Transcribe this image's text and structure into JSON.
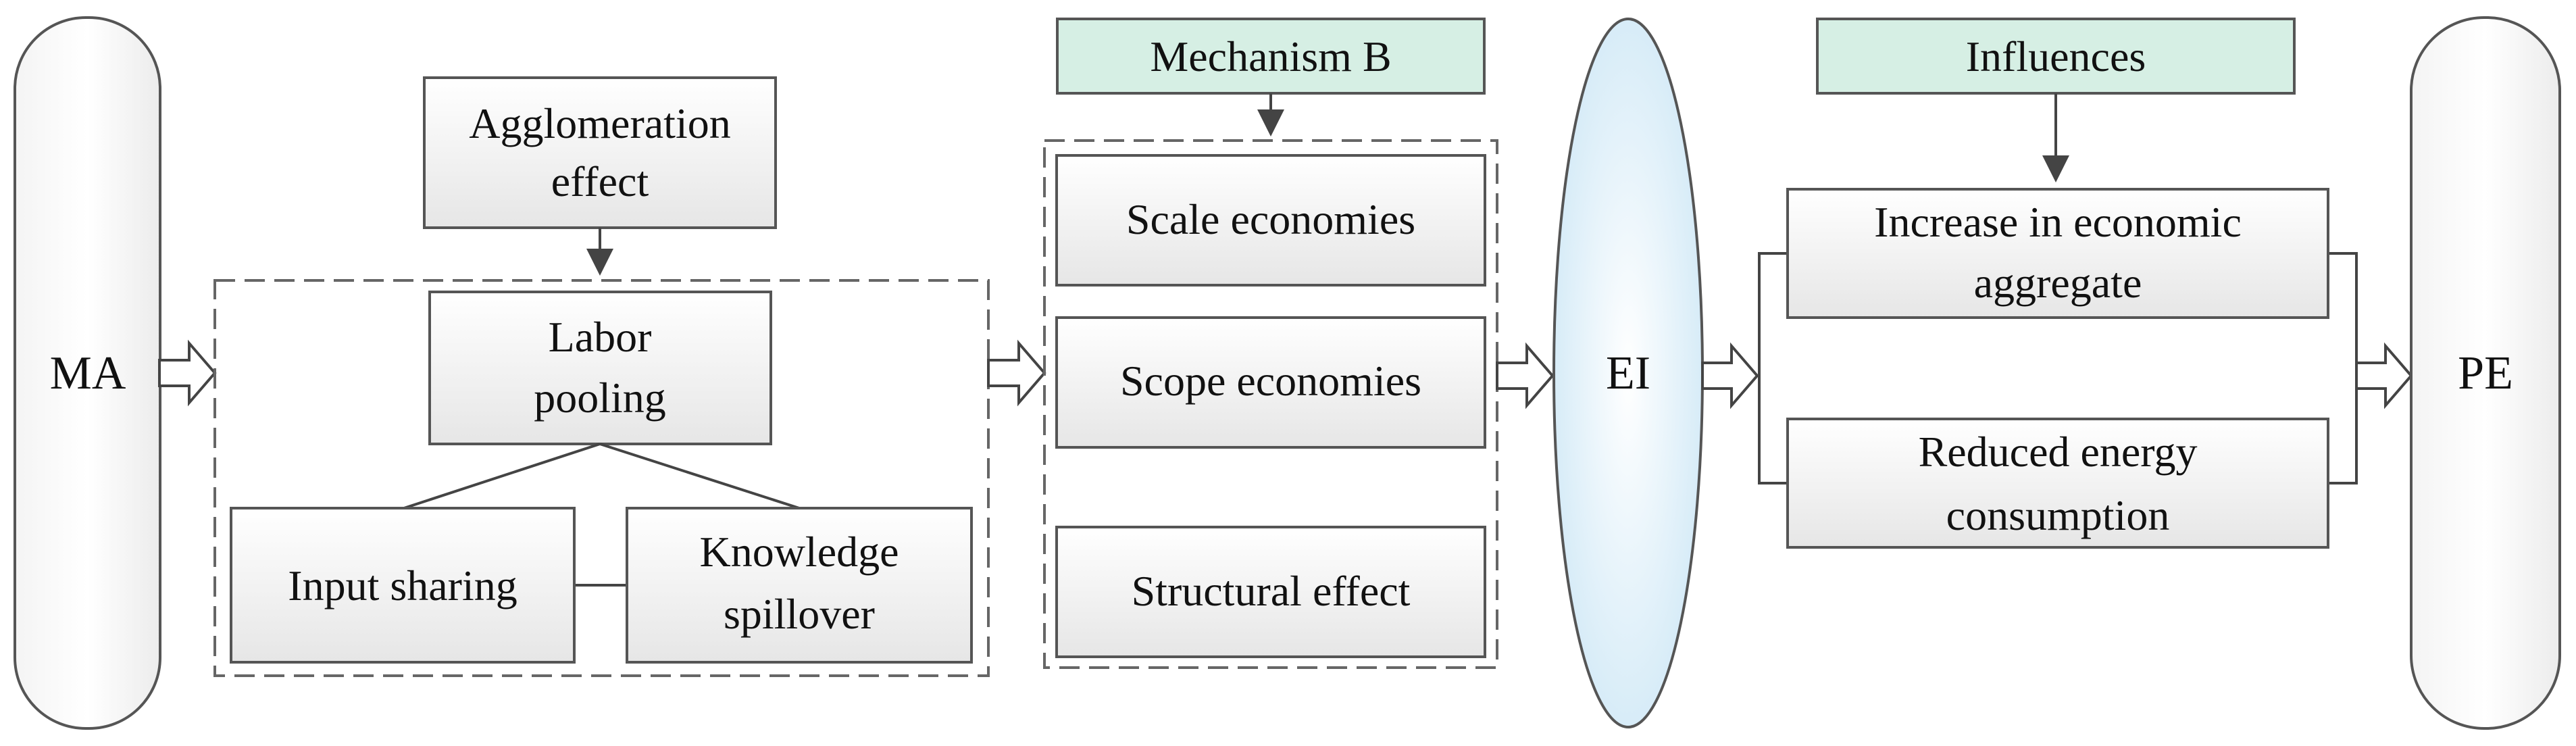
{
  "nodes": {
    "ma": "MA",
    "pe": "PE",
    "ei": "EI",
    "agglomeration_line1": "Agglomeration",
    "agglomeration_line2": "effect",
    "labor_line1": "Labor",
    "labor_line2": "pooling",
    "input_sharing": "Input sharing",
    "knowledge_line1": "Knowledge",
    "knowledge_line2": "spillover",
    "mechanism_b": "Mechanism B",
    "scale_economies": "Scale economies",
    "scope_economies": "Scope economies",
    "structural_effect": "Structural effect",
    "influences": "Influences",
    "increase_line1": "Increase in economic",
    "increase_line2": "aggregate",
    "reduced_line1": "Reduced energy",
    "reduced_line2": "consumption"
  },
  "colors": {
    "header_fill": "#d6efe4",
    "ellipse_fill": "#dff1fb",
    "stroke": "#444444"
  }
}
